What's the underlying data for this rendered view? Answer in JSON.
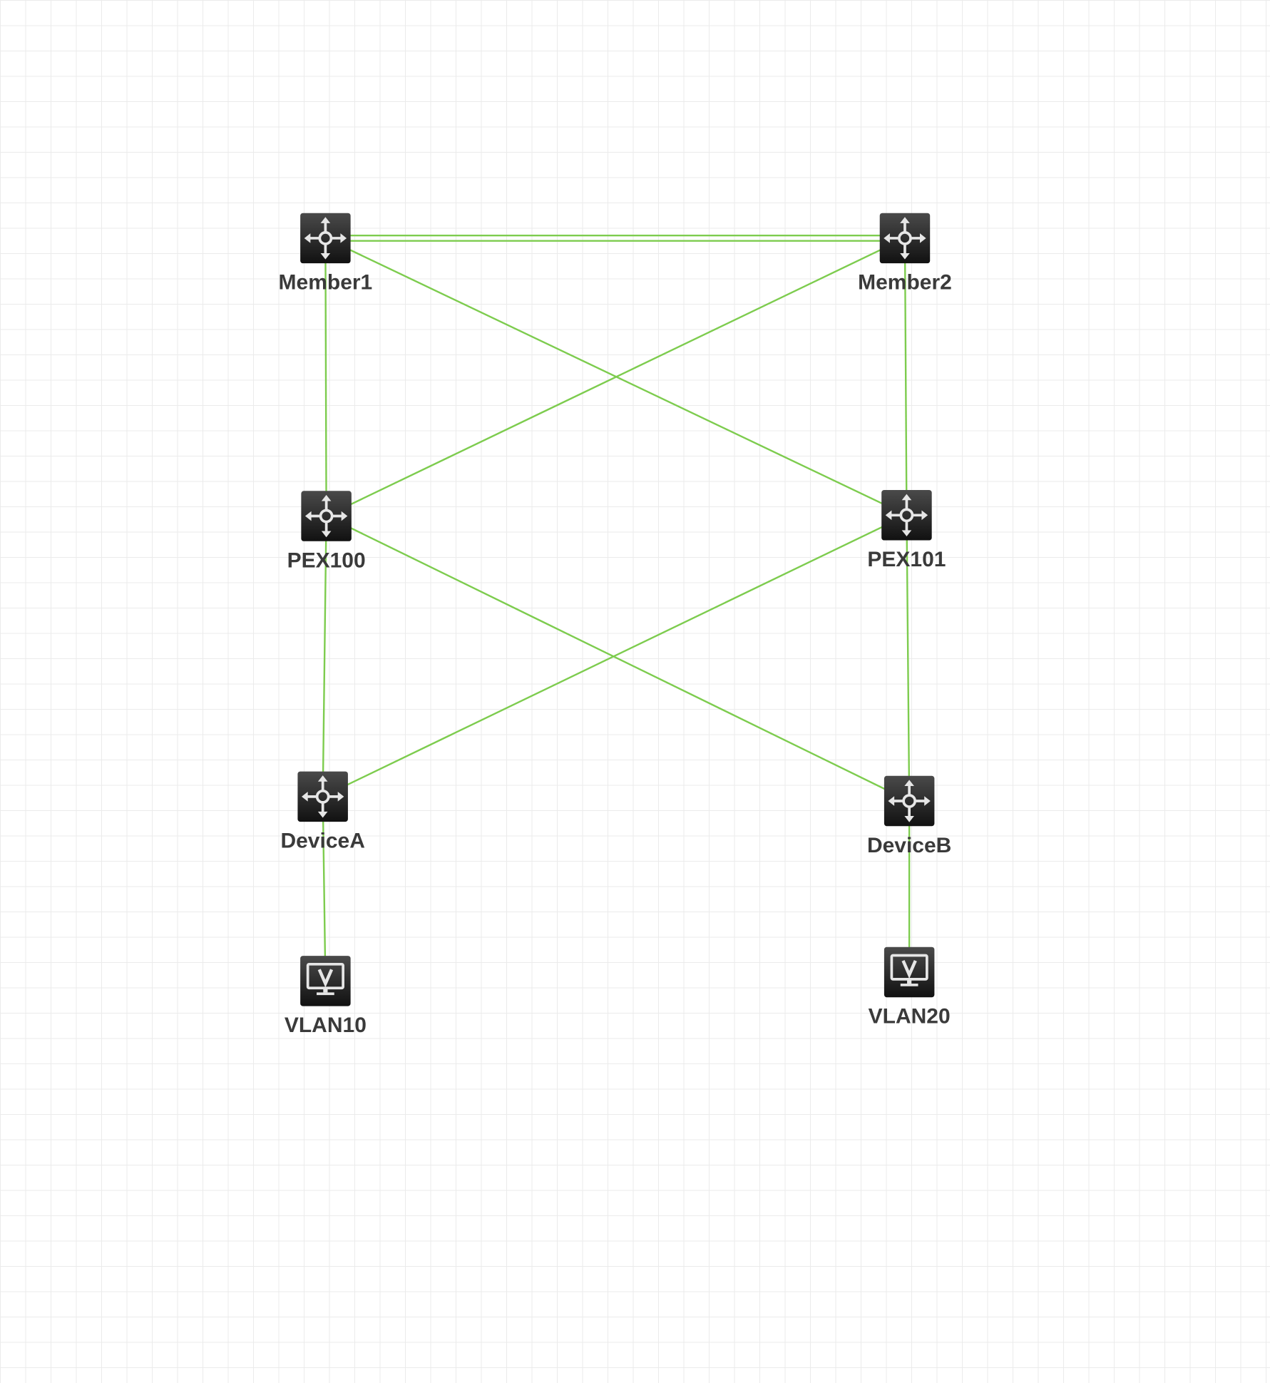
{
  "colors": {
    "link": "#7dcc4e",
    "device_top": "#4a4a4a",
    "device_bottom": "#111111",
    "icon_glyph": "#e6e6e6",
    "label": "#3a3a3a",
    "grid": "#ebebeb"
  },
  "nodes": [
    {
      "id": "member1",
      "label": "Member1",
      "icon": "switch-icon"
    },
    {
      "id": "member2",
      "label": "Member2",
      "icon": "switch-icon"
    },
    {
      "id": "pex100",
      "label": "PEX100",
      "icon": "switch-icon"
    },
    {
      "id": "pex101",
      "label": "PEX101",
      "icon": "switch-icon"
    },
    {
      "id": "devicea",
      "label": "DeviceA",
      "icon": "switch-icon"
    },
    {
      "id": "deviceb",
      "label": "DeviceB",
      "icon": "switch-icon"
    },
    {
      "id": "vlan10",
      "label": "VLAN10",
      "icon": "vlan-monitor-icon"
    },
    {
      "id": "vlan20",
      "label": "VLAN20",
      "icon": "vlan-monitor-icon"
    }
  ],
  "links": [
    {
      "from": "member1",
      "to": "member2",
      "double": true
    },
    {
      "from": "member1",
      "to": "pex100"
    },
    {
      "from": "member1",
      "to": "pex101"
    },
    {
      "from": "member2",
      "to": "pex100"
    },
    {
      "from": "member2",
      "to": "pex101"
    },
    {
      "from": "pex100",
      "to": "devicea"
    },
    {
      "from": "pex100",
      "to": "deviceb"
    },
    {
      "from": "pex101",
      "to": "devicea"
    },
    {
      "from": "pex101",
      "to": "deviceb"
    },
    {
      "from": "devicea",
      "to": "vlan10"
    },
    {
      "from": "deviceb",
      "to": "vlan20"
    }
  ]
}
